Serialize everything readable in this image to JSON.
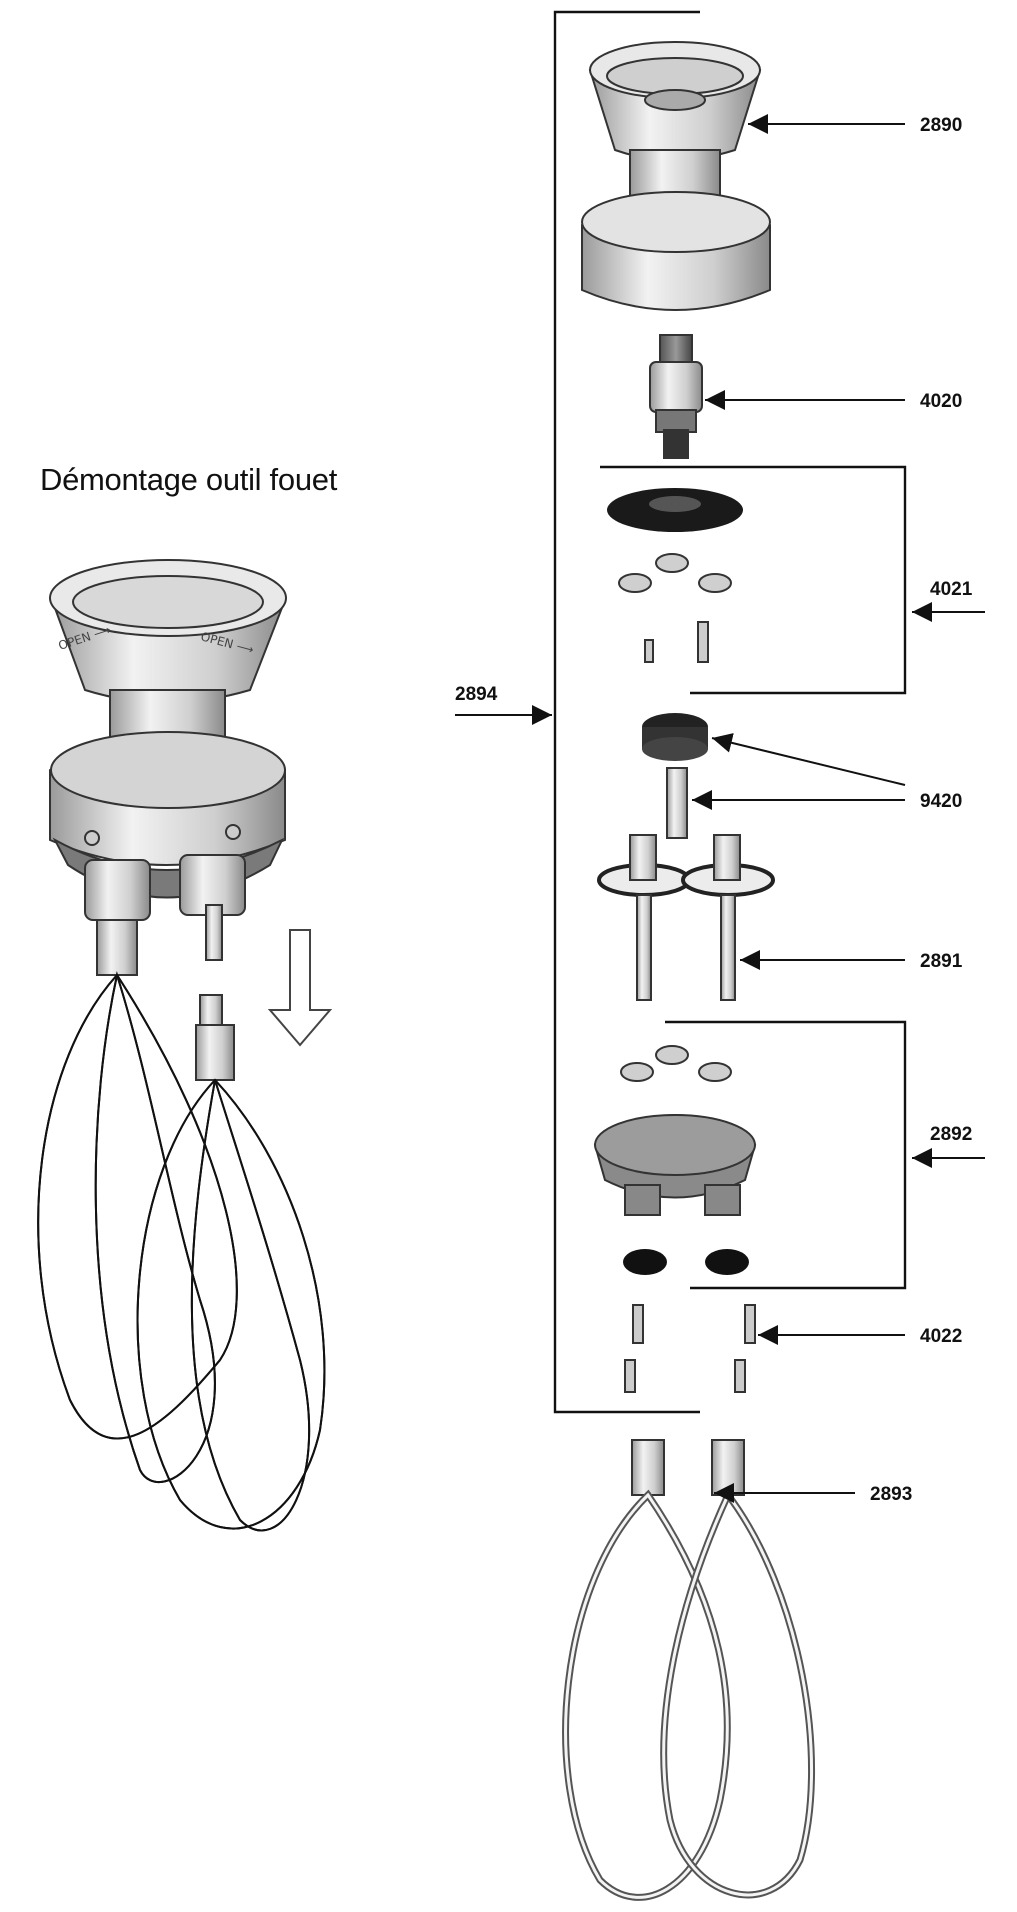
{
  "title": "Démontage outil fouet",
  "refs": {
    "r2890": "2890",
    "r4020": "4020",
    "r4021": "4021",
    "r2894": "2894",
    "r9420": "9420",
    "r2891": "2891",
    "r2892": "2892",
    "r4022": "4022",
    "r2893": "2893"
  },
  "colors": {
    "ink": "#111111",
    "metal_light": "#e6e6e6",
    "metal_mid": "#bdbdbd",
    "metal_dark": "#8a8a8a",
    "rubber": "#1a1a1a"
  }
}
